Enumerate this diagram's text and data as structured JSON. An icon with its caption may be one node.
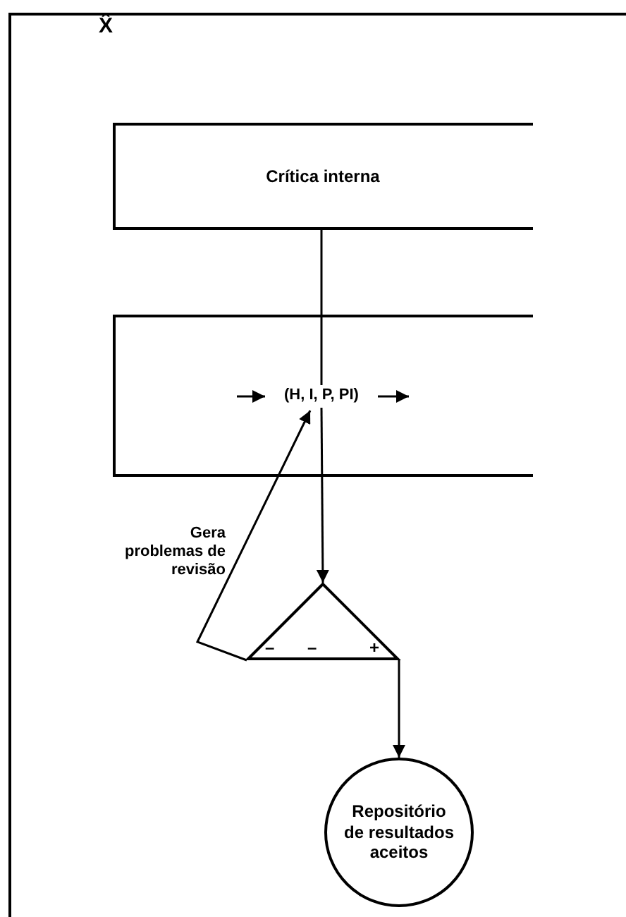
{
  "diagram": {
    "title": "X̂",
    "nodes": [
      {
        "text": [
          "Crítica interna"
        ]
      },
      {
        "text": [],
        "shape": "box"
      },
      {
        "text": [
          "(H, I, P, PI)"
        ],
        "in": 1
      },
      {
        "text": [],
        "shape": "triangle"
      },
      {
        "text": [
          "Repositório de resultados aceitos"
        ]
      }
    ],
    "edges": [
      {
        "from": 0,
        "to": 2,
        "arrow": "none"
      },
      {
        "from": 2,
        "to": 3,
        "arrow": "to"
      },
      {
        "from": 3,
        "to": 2,
        "arrow": "to",
        "label": "Gera problemas de revisão"
      },
      {
        "from": 3,
        "to": 4,
        "arrow": "to"
      },
      {
        "from": null,
        "to": 2,
        "arrow": "to"
      },
      {
        "from": 2,
        "to": null,
        "arrow": "to"
      }
    ],
    "labels": [
      "–",
      "–",
      "+"
    ]
  }
}
